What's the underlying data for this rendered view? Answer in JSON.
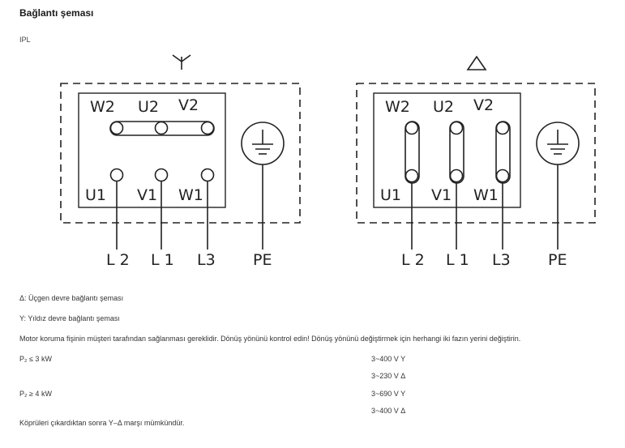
{
  "page": {
    "title": "Bağlantı şeması",
    "subtitle": "IPL"
  },
  "diagram": {
    "left": {
      "symbol": "Y",
      "top_terminals": [
        "W2",
        "U2",
        "V2"
      ],
      "bottom_terminals": [
        "U1",
        "V1",
        "W1"
      ],
      "lines": [
        "L 2",
        "L 1",
        "L3",
        "PE"
      ]
    },
    "right": {
      "symbol": "Δ",
      "top_terminals": [
        "W2",
        "U2",
        "V2"
      ],
      "bottom_terminals": [
        "U1",
        "V1",
        "W1"
      ],
      "lines": [
        "L 2",
        "L 1",
        "L3",
        "PE"
      ]
    }
  },
  "notes": {
    "delta": "Δ: Üçgen devre bağlantı şeması",
    "star": "Y: Yıldız devre bağlantı şeması",
    "protection": "Motor koruma fişinin müşteri tarafından sağlanması gereklidir. Dönüş yönünü kontrol edin! Dönüş yönünü değiştirmek için herhangi iki fazın yerini değiştirin.",
    "rows": [
      {
        "power": "P₂ ≤ 3 kW",
        "v1": "3~400 V Y",
        "v2": "3~230 V Δ"
      },
      {
        "power": "P₂ ≥ 4 kW",
        "v1": "3~690 V Y",
        "v2": "3~400 V Δ"
      }
    ],
    "footer": "Köprüleri çıkardıktan sonra Y–Δ marşı mümkündür."
  }
}
